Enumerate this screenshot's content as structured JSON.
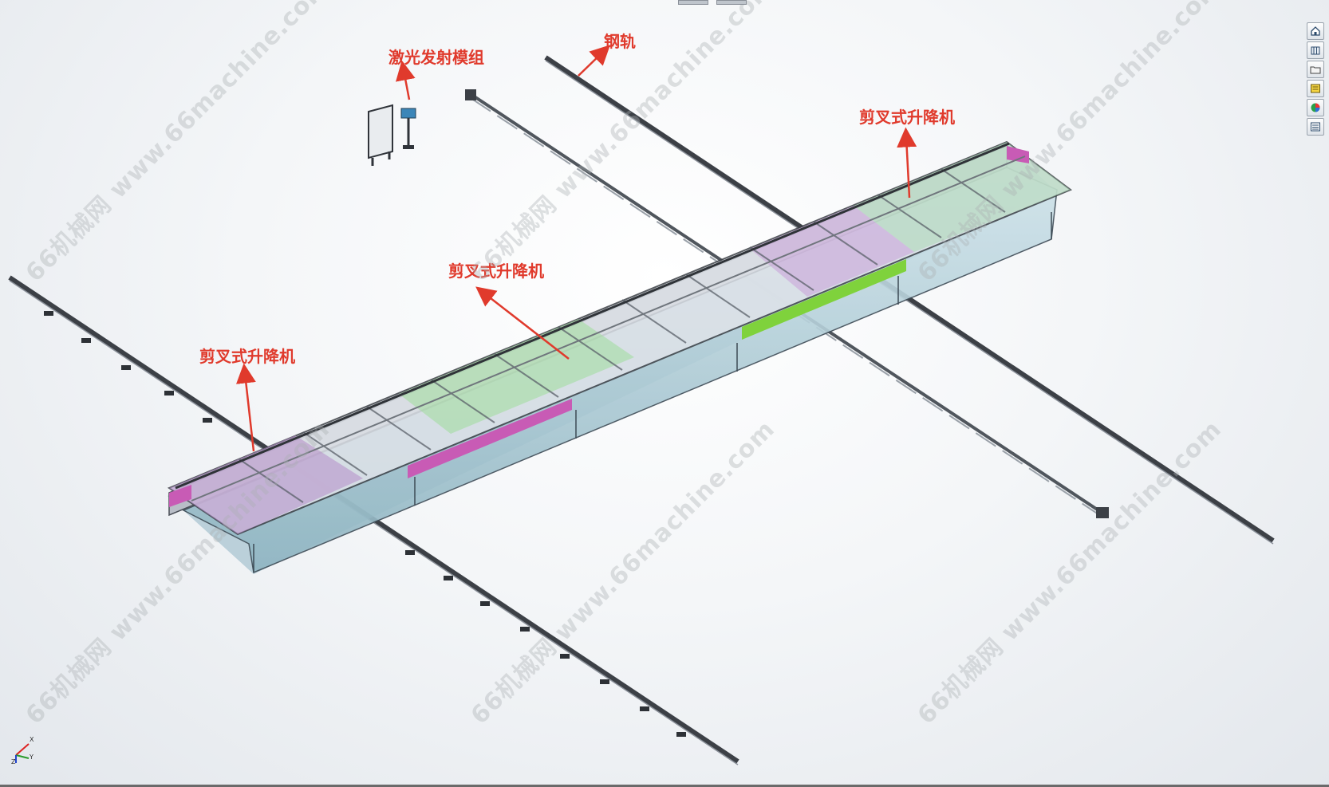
{
  "labels": {
    "laser_module": "激光发射模组",
    "steel_rail": "钢轨",
    "lift_right": "剪叉式升降机",
    "lift_center": "剪叉式升降机",
    "lift_left": "剪叉式升降机"
  },
  "watermark": {
    "text": "66机械网 www.66machine.com"
  },
  "colors": {
    "annotation": "#e03a2c",
    "rail": "#3c4046",
    "frame_blue": "#a9c9d6",
    "panel_magenta": "#c85bb5",
    "panel_green": "#7fd23c",
    "panel_purple": "#a48ab6"
  },
  "triad": {
    "x": "X",
    "y": "Y",
    "z": "Z"
  },
  "toolbar_icons": [
    "home-icon",
    "parts-icon",
    "folder-icon",
    "properties-icon",
    "appearance-icon",
    "list-icon"
  ]
}
